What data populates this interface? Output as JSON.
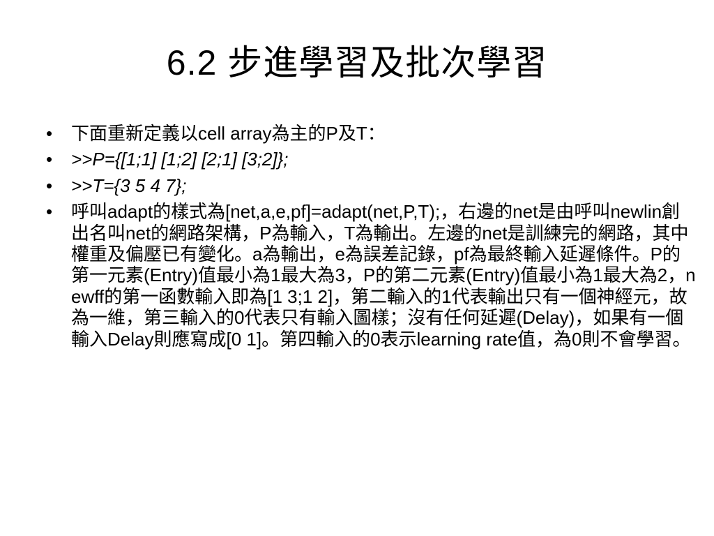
{
  "slide": {
    "title": "6.2 步進學習及批次學習",
    "bullet_symbol": "•",
    "bullets": [
      {
        "text": "下面重新定義以cell array為主的P及T："
      },
      {
        "text": ">>P={[1;1] [1;2] [2;1] [3;2]};"
      },
      {
        "text": ">>T={3 5 4 7};"
      },
      {
        "text": "呼叫adapt的樣式為[net,a,e,pf]=adapt(net,P,T);，右邊的net是由呼叫newlin創出名叫net的網路架構，P為輸入，T為輸出。左邊的net是訓練完的網路，其中權重及偏壓已有變化。a為輸出，e為誤差記錄，pf為最終輸入延遲條件。P的第一元素(Entry)值最小為1最大為3，P的第二元素(Entry)值最小為1最大為2，newff的第一函數輸入即為[1 3;1  2]，第二輸入的1代表輸出只有一個神經元，故為一維，第三輸入的0代表只有輸入圖樣；沒有任何延遲(Delay)，如果有一個輸入Delay則應寫成[0  1]。第四輸入的0表示learning rate值，為0則不會學習。"
      }
    ]
  }
}
